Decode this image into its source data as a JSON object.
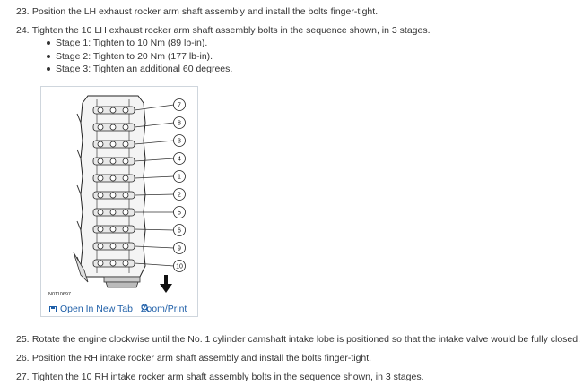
{
  "steps_top": [
    {
      "num": "23.",
      "text": "Position the LH exhaust rocker arm shaft assembly and install the bolts finger-tight."
    },
    {
      "num": "24.",
      "text": "Tighten the 10 LH exhaust rocker arm shaft assembly bolts in the sequence shown, in 3 stages."
    }
  ],
  "stages": [
    "Stage 1: Tighten to 10 Nm (89 lb-in).",
    "Stage 2: Tighten to 20 Nm (177 lb-in).",
    "Stage 3: Tighten an additional 60 degrees."
  ],
  "figure": {
    "code": "N0110697",
    "callouts": [
      "7",
      "8",
      "3",
      "4",
      "1",
      "2",
      "5",
      "6",
      "9",
      "10"
    ],
    "open_tab_label": "Open In New Tab",
    "zoom_label": "Zoom/Print",
    "link_color": "#1f5fa8"
  },
  "steps_bottom": [
    {
      "num": "25.",
      "text": "Rotate the engine clockwise until the No. 1 cylinder camshaft intake lobe is positioned so that the intake valve would be fully closed."
    },
    {
      "num": "26.",
      "text": "Position the RH intake rocker arm shaft assembly and install the bolts finger-tight."
    },
    {
      "num": "27.",
      "text": "Tighten the 10 RH intake rocker arm shaft assembly bolts in the sequence shown, in 3 stages."
    }
  ]
}
